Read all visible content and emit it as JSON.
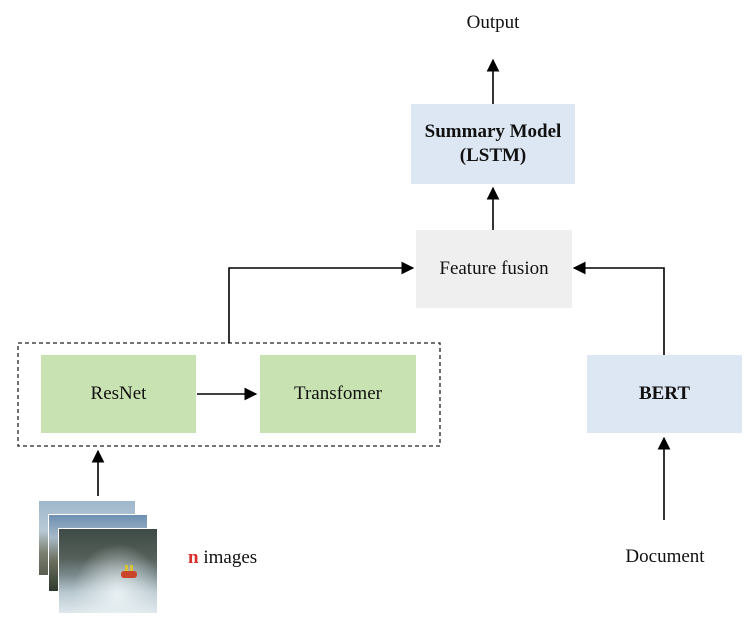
{
  "diagram": {
    "output_label": "Output",
    "summary_model": {
      "line1": "Summary Model",
      "line2": "(LSTM)"
    },
    "feature_fusion": "Feature fusion",
    "resnet": "ResNet",
    "transformer": "Transfomer",
    "bert": "BERT",
    "document_label": "Document",
    "images_caption": {
      "count": "n",
      "text": " images"
    }
  },
  "colors": {
    "green_box": "#c9e2b1",
    "blue_box": "#dde7f3",
    "gray_box": "#efefef",
    "count_highlight": "#d9302c"
  },
  "icons": {
    "image-stack": "stack of photos (rapids rafting)"
  }
}
